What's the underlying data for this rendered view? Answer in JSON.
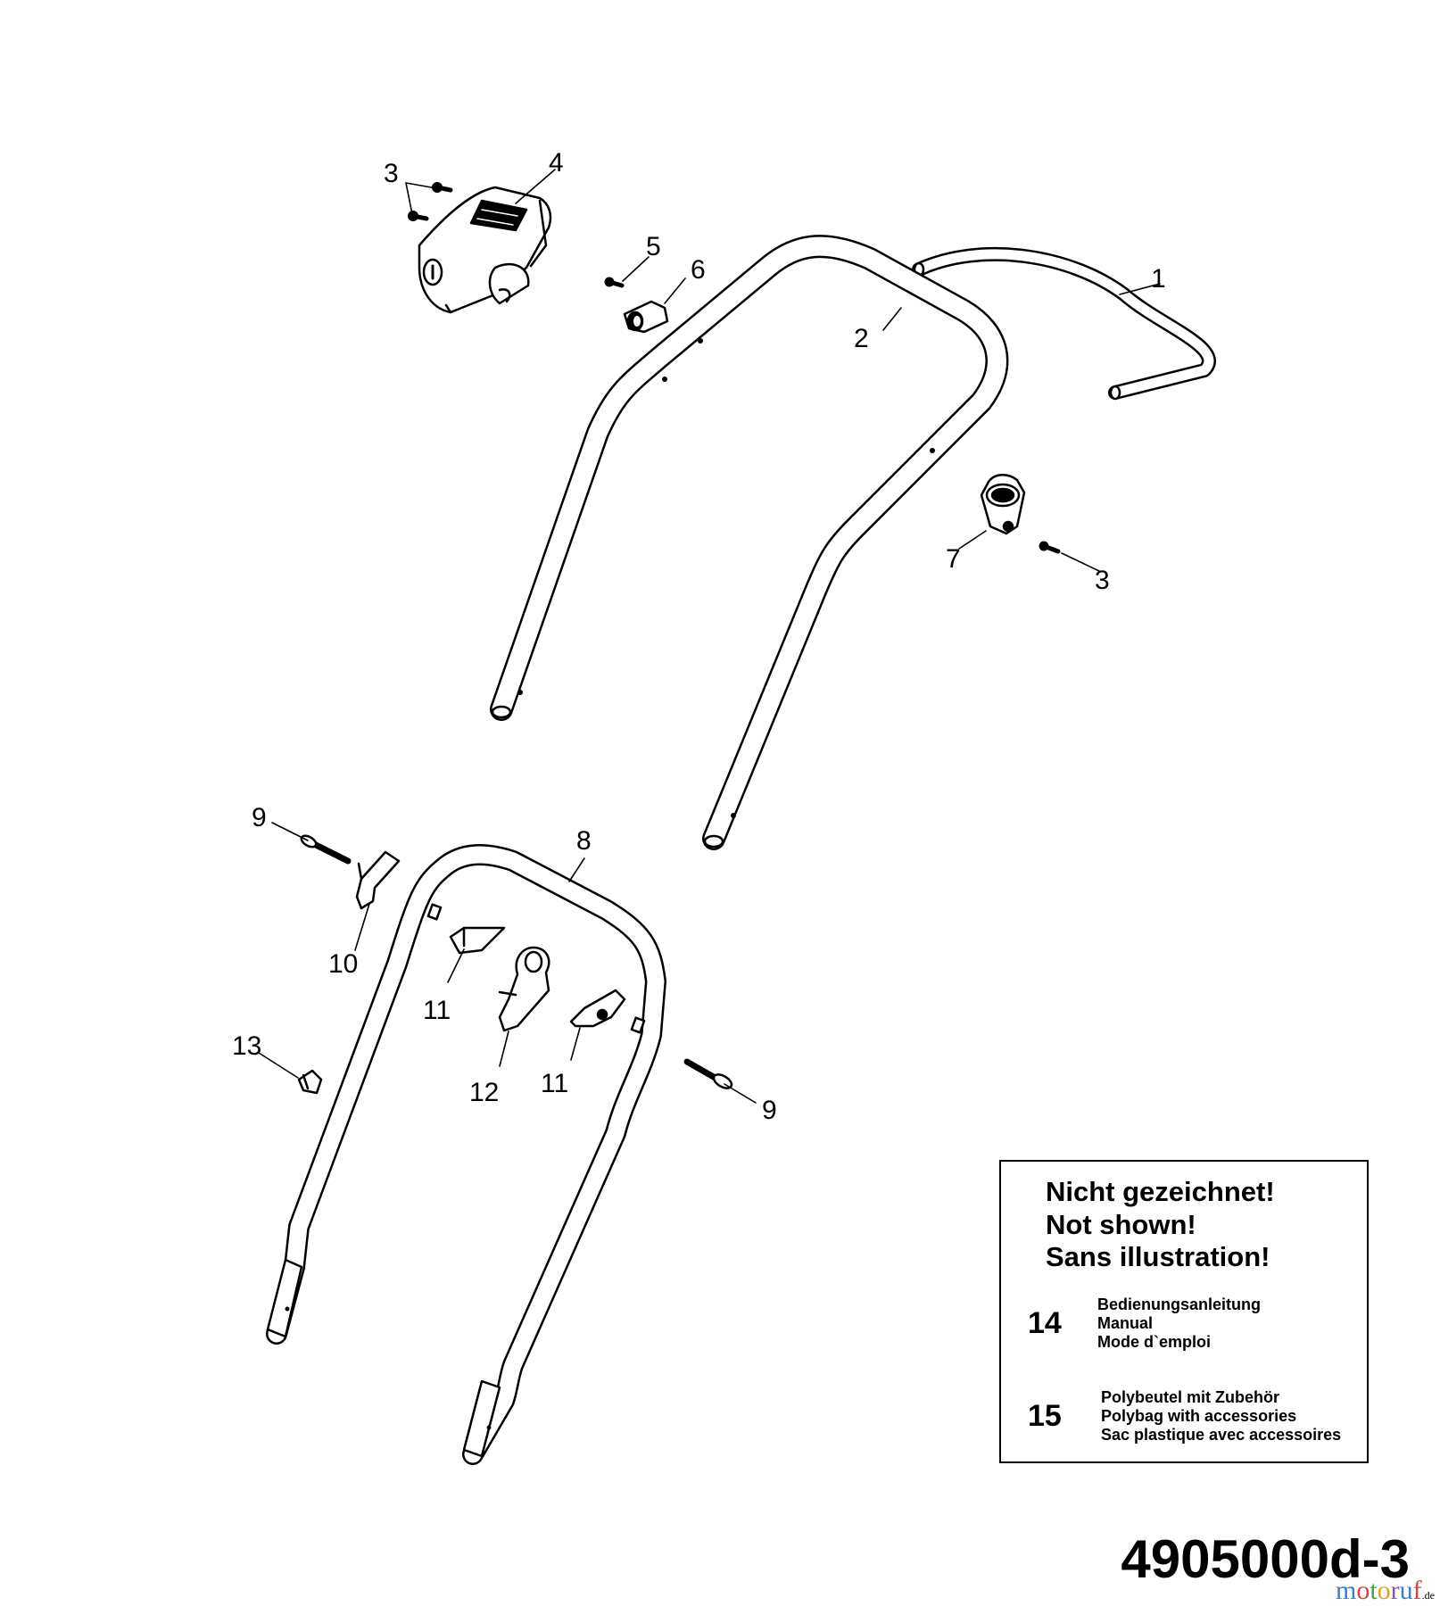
{
  "callouts": {
    "c1": "1",
    "c2": "2",
    "c3a": "3",
    "c3b": "3",
    "c4": "4",
    "c5": "5",
    "c6": "6",
    "c7": "7",
    "c8": "8",
    "c9a": "9",
    "c9b": "9",
    "c10": "10",
    "c11a": "11",
    "c11b": "11",
    "c12": "12",
    "c13": "13"
  },
  "not_shown": {
    "heading": [
      "Nicht gezeichnet!",
      "Not shown!",
      "Sans illustration!"
    ],
    "items": [
      {
        "number": "14",
        "lines": [
          "Bedienungsanleitung",
          "Manual",
          "Mode d`emploi"
        ]
      },
      {
        "number": "15",
        "lines": [
          "Polybeutel mit Zubehör",
          "Polybag with accessories",
          "Sac plastique avec accessoires"
        ]
      }
    ]
  },
  "drawing_number": "4905000d-3",
  "watermark": {
    "text": "motoruf",
    "suffix": ".de",
    "colors": [
      "#3a7bd5",
      "#d9443a",
      "#3aa64a",
      "#e0a020",
      "#8a4fbf",
      "#3a7bd5",
      "#d9443a"
    ]
  }
}
